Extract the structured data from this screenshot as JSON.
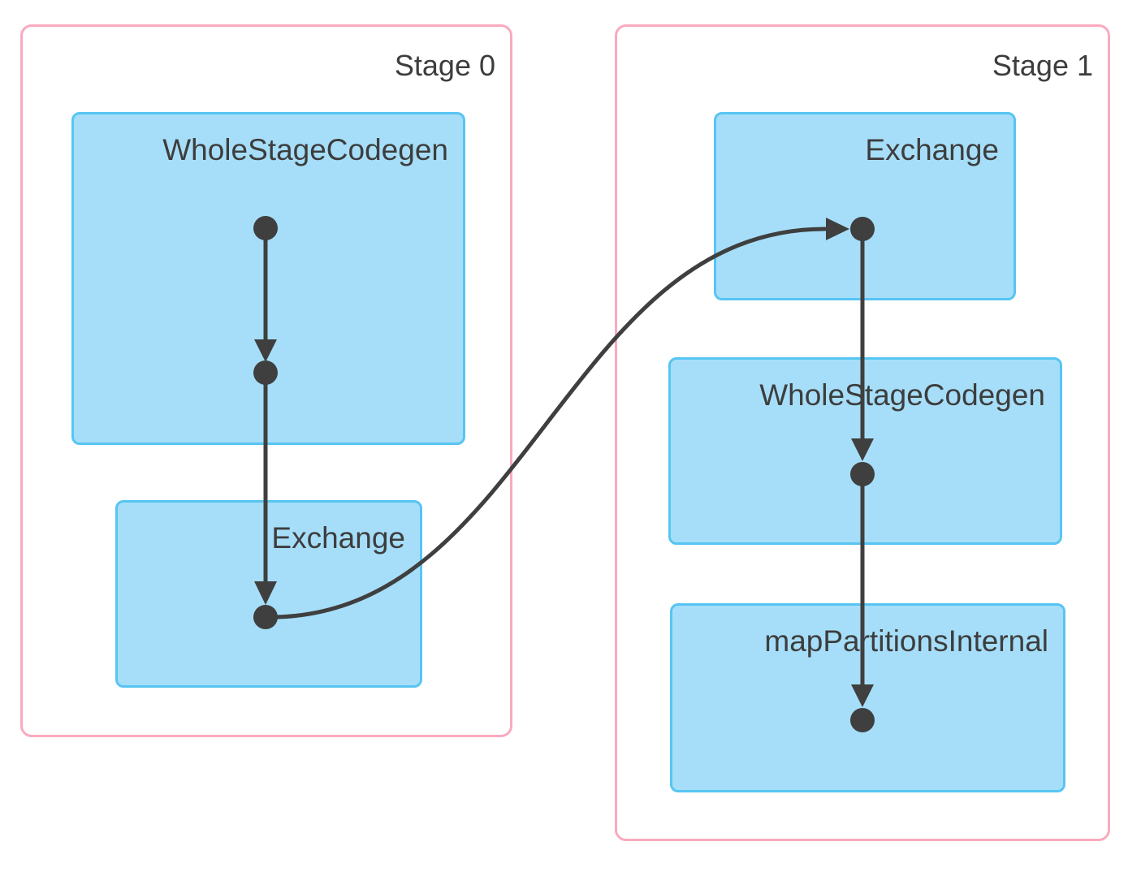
{
  "diagram": {
    "colors": {
      "stage_border": "#f9aabe",
      "node_fill": "#a6def9",
      "node_border": "#57c5f2",
      "edge": "#3f3f3f",
      "label_text": "#3d3d3d",
      "background": "#ffffff"
    },
    "stages": [
      {
        "label": "Stage 0",
        "nodes": [
          {
            "label": "WholeStageCodegen"
          },
          {
            "label": "Exchange"
          }
        ]
      },
      {
        "label": "Stage 1",
        "nodes": [
          {
            "label": "Exchange"
          },
          {
            "label": "WholeStageCodegen"
          },
          {
            "label": "mapPartitionsInternal"
          }
        ]
      }
    ],
    "edges": [
      {
        "from": "Stage 0/WholeStageCodegen",
        "to": "Stage 0/WholeStageCodegen"
      },
      {
        "from": "Stage 0/WholeStageCodegen",
        "to": "Stage 0/Exchange"
      },
      {
        "from": "Stage 0/Exchange",
        "to": "Stage 1/Exchange"
      },
      {
        "from": "Stage 1/Exchange",
        "to": "Stage 1/WholeStageCodegen"
      },
      {
        "from": "Stage 1/WholeStageCodegen",
        "to": "Stage 1/mapPartitionsInternal"
      }
    ]
  }
}
